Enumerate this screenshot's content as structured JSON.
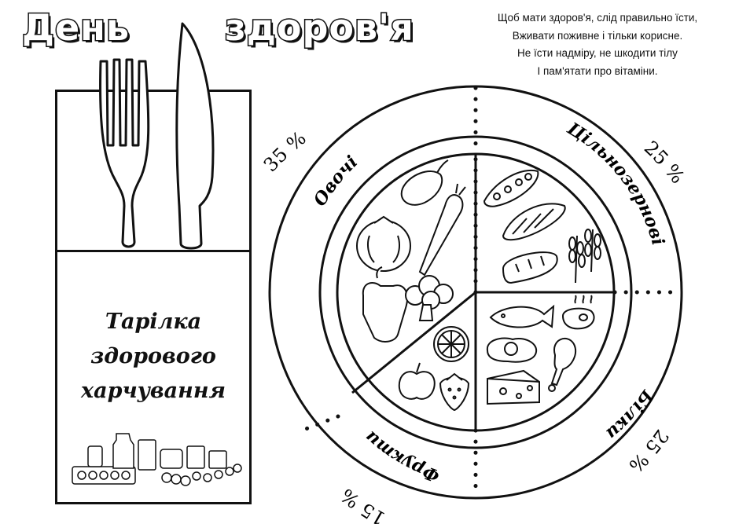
{
  "header": {
    "title_left": "День",
    "title_right": "здоров'я"
  },
  "poem": {
    "lines": [
      "Щоб мати здоров'я, слід правильно їсти,",
      "Вживати поживне і тільки корисне.",
      "Не їсти надміру, не шкодити тілу",
      "І пам'ятати про вітаміни."
    ]
  },
  "napkin": {
    "title_lines": [
      "Тарілка",
      "здорового",
      "харчування"
    ]
  },
  "plate": {
    "sections": [
      {
        "name": "Овочі",
        "percent": "35 %"
      },
      {
        "name": "Цільнозернові",
        "percent": "25 %"
      },
      {
        "name": "Білки",
        "percent": "25 %"
      },
      {
        "name": "Фрукти",
        "percent": "15 %"
      }
    ]
  },
  "icons": {
    "vegetables": [
      "eggplant-icon",
      "carrot-icon",
      "tomato-icon",
      "pepper-icon",
      "broccoli-icon"
    ],
    "grains": [
      "peas-icon",
      "corn-icon",
      "bread-icon",
      "wheat-icon"
    ],
    "proteins": [
      "fish-icon",
      "steak-icon",
      "egg-icon",
      "chicken-leg-icon",
      "cheese-icon"
    ],
    "fruits": [
      "orange-slice-icon",
      "apple-icon",
      "strawberry-icon"
    ]
  }
}
